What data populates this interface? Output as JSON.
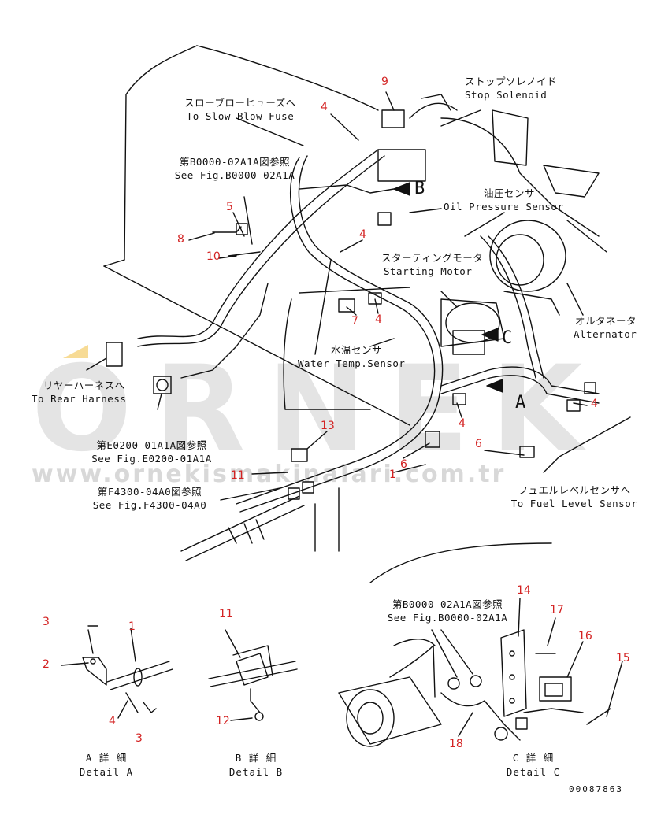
{
  "callouts": {
    "stop_solenoid": {
      "jp": "ストップソレノイド",
      "en": "Stop Solenoid"
    },
    "slow_blow": {
      "jp": "スローブローヒューズへ",
      "en": "To Slow Blow Fuse"
    },
    "see_b0000_top": {
      "jp": "第B0000-02A1A図参照",
      "en": "See Fig.B0000-02A1A"
    },
    "oil_pressure": {
      "jp": "油圧センサ",
      "en": "Oil Pressure Sensor"
    },
    "starting_motor": {
      "jp": "スターティングモータ",
      "en": "Starting Motor"
    },
    "alternator": {
      "jp": "オルタネータ",
      "en": "Alternator"
    },
    "water_temp": {
      "jp": "水温センサ",
      "en": "Water Temp.Sensor"
    },
    "rear_harness": {
      "jp": "リヤーハーネスへ",
      "en": "To Rear Harness"
    },
    "see_e0200": {
      "jp": "第E0200-01A1A図参照",
      "en": "See Fig.E0200-01A1A"
    },
    "see_f4300": {
      "jp": "第F4300-04A0図参照",
      "en": "See Fig.F4300-04A0"
    },
    "fuel_level": {
      "jp": "フュエルレベルセンサへ",
      "en": "To Fuel Level Sensor"
    },
    "see_b0000_bottom": {
      "jp": "第B0000-02A1A図参照",
      "en": "See Fig.B0000-02A1A"
    }
  },
  "view_letters": {
    "b": "B",
    "c": "C",
    "a": "A"
  },
  "part_numbers": {
    "n1": "1",
    "n2": "2",
    "n3": "3",
    "n4": "4",
    "n5": "5",
    "n6": "6",
    "n7": "7",
    "n8": "8",
    "n9": "9",
    "n10": "10",
    "n11": "11",
    "n12": "12",
    "n13": "13",
    "n14": "14",
    "n15": "15",
    "n16": "16",
    "n17": "17",
    "n18": "18"
  },
  "details": {
    "a": {
      "jp": "A 詳 細",
      "en": "Detail A"
    },
    "b": {
      "jp": "B 詳 細",
      "en": "Detail B"
    },
    "c": {
      "jp": "C 詳 細",
      "en": "Detail C"
    }
  },
  "drawing_number": "00087863",
  "watermark": {
    "logo": "ORNEK",
    "url": "www.ornekismakinalari.com.tr"
  },
  "colors": {
    "line": "#111111",
    "part_number": "#d32222",
    "watermark": "#cfcfcf",
    "watermark_accent": "#f5d27a"
  }
}
